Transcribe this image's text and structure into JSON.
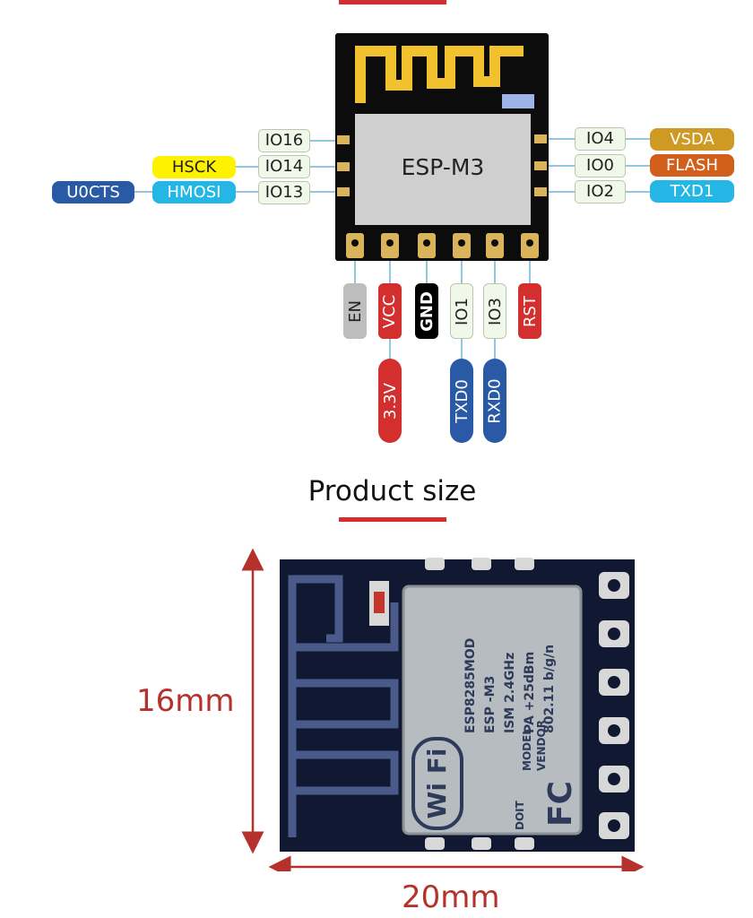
{
  "colors": {
    "accent_red": "#d32f2f",
    "pcb_black": "#0c0c0c",
    "antenna_gold": "#f2c12e",
    "pin_label_bg": "#f1f8e9",
    "blue_dark": "#2a5aa6",
    "blue_light": "#24b7e6",
    "yellow": "#fff200",
    "gold": "#cf9a24",
    "orange": "#d35f1c",
    "grey": "#bdbdbd",
    "dimension_red": "#b5312c"
  },
  "pinout": {
    "module_name": "ESP-M3",
    "left_pins": [
      {
        "pin": "IO16",
        "alts": []
      },
      {
        "pin": "IO14",
        "alts": [
          "HSCK"
        ]
      },
      {
        "pin": "IO13",
        "alts": [
          "HMOSI",
          "U0CTS"
        ]
      }
    ],
    "right_pins": [
      {
        "pin": "IO4",
        "alt": "VSDA"
      },
      {
        "pin": "IO0",
        "alt": "FLASH"
      },
      {
        "pin": "IO2",
        "alt": "TXD1"
      }
    ],
    "bottom_pins": [
      {
        "pin": "EN",
        "alt": ""
      },
      {
        "pin": "VCC",
        "alt": "3.3V"
      },
      {
        "pin": "GND",
        "alt": ""
      },
      {
        "pin": "IO1",
        "alt": "TXD0"
      },
      {
        "pin": "IO3",
        "alt": "RXD0"
      },
      {
        "pin": "RST",
        "alt": ""
      }
    ]
  },
  "product_size": {
    "title": "Product size",
    "height_label": "16mm",
    "width_label": "20mm",
    "shield_text": {
      "wifi": "Wi Fi",
      "brand": "DOIT",
      "line1": "ESP8285MOD",
      "line2": "ESP -M3",
      "line3": "ISM  2.4GHz",
      "line4": "PA  +25dBm",
      "line5": "802.11 b/g/n",
      "model_label": "MODEL",
      "vendor_label": "VENDOR",
      "fc": "FC"
    }
  }
}
